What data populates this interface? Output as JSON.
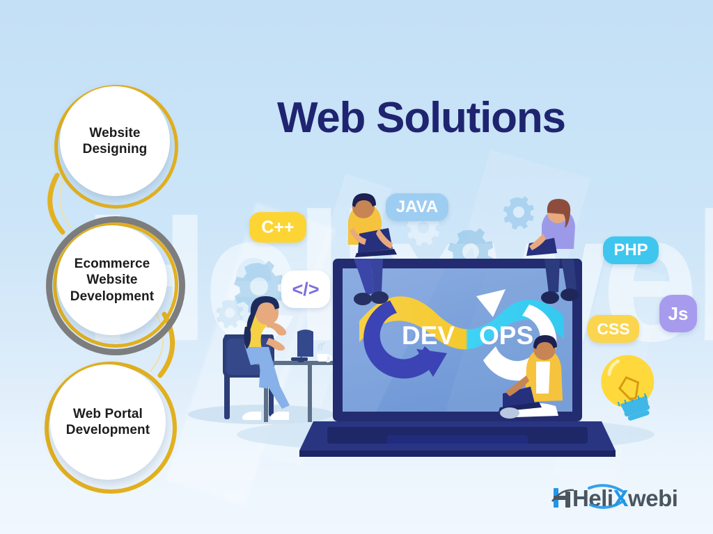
{
  "page": {
    "title": "Web Solutions",
    "watermark": "Helixwebi",
    "background_top_color": "#c4e0f6",
    "background_bottom_color": "#f0f7fe",
    "title_color": "#1f2470"
  },
  "service_bubbles": [
    {
      "label": "Website Designing",
      "ring_color": "#e3b11f",
      "highlighted": false
    },
    {
      "label": "Ecommerce Website Development",
      "ring_color": "#7d7d7d",
      "highlighted": true
    },
    {
      "label": "Web Portal Development",
      "ring_color": "#e3b11f",
      "highlighted": false
    }
  ],
  "tech_chips": [
    {
      "label": "C++",
      "bg": "#fcd535",
      "fg": "#ffffff"
    },
    {
      "label": "JAVA",
      "bg": "#9ecdf2",
      "fg": "#ffffff"
    },
    {
      "label": "</>",
      "bg": "#ffffff",
      "fg": "#7b6ee0"
    },
    {
      "label": "PHP",
      "bg": "#3fc6ee",
      "fg": "#ffffff"
    },
    {
      "label": "CSS",
      "bg": "#fbd54e",
      "fg": "#ffffff"
    },
    {
      "label": "Js",
      "bg": "#a79bee",
      "fg": "#ffffff"
    }
  ],
  "devops": {
    "left_label": "DEV",
    "right_label": "OPS",
    "left_arrow_color": "#3b43b5",
    "right_arrow_color": "#ffffff",
    "ribbon_top_color": "#f7d046",
    "ribbon_bottom_color": "#3fd2f5",
    "screen_color": "#7fa3dd"
  },
  "brand": {
    "name_part1": "Heli",
    "name_x": "X",
    "name_part2": "webi",
    "accent_color": "#2196e8",
    "text_color": "#4a5560"
  },
  "decor": {
    "lightbulb": "lightbulb-icon",
    "gears": "gear-icon"
  }
}
